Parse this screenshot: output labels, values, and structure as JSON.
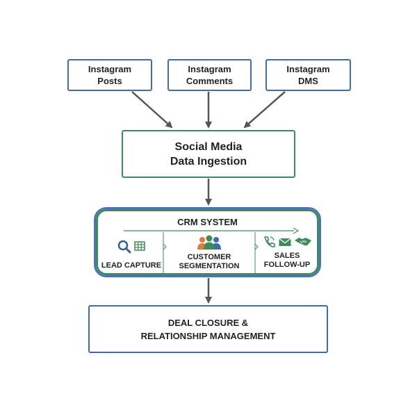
{
  "sources": [
    {
      "label": "Instagram\nPosts"
    },
    {
      "label": "Instagram\nComments"
    },
    {
      "label": "Instagram\nDMS"
    }
  ],
  "ingestion": {
    "label": "Social Media\nData Ingestion"
  },
  "crm": {
    "title": "CRM SYSTEM",
    "stages": [
      {
        "label": "LEAD CAPTURE",
        "icons": [
          "magnifier-icon",
          "grid-icon"
        ]
      },
      {
        "label": "CUSTOMER\nSEGMENTATION",
        "icons": [
          "people-group-icon"
        ]
      },
      {
        "label": "SALES\nFOLLOW-UP",
        "icons": [
          "phone-icon",
          "envelope-icon",
          "handshake-icon"
        ]
      }
    ]
  },
  "output": {
    "label": "DEAL CLOSURE &\nRELATIONSHIP MANAGEMENT"
  },
  "colors": {
    "blue": "#3f6aab",
    "green": "#3e8c5a",
    "arrow": "#555555"
  }
}
